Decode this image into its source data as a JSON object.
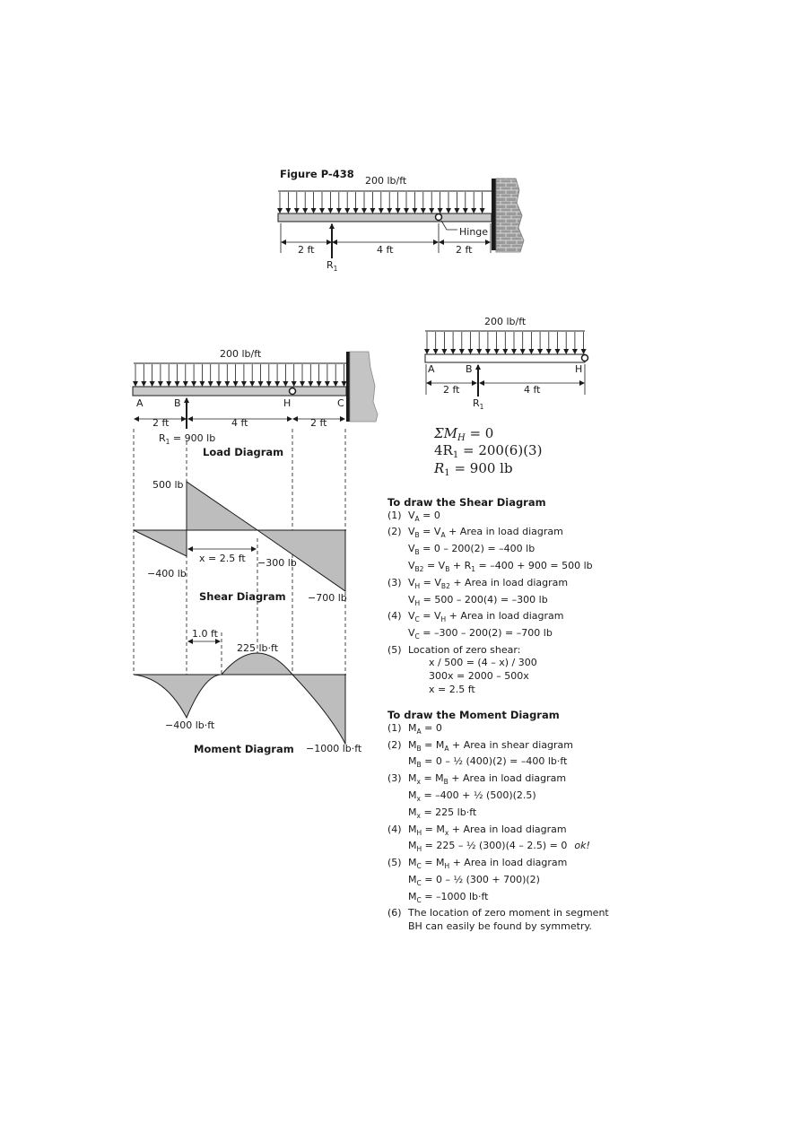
{
  "figure_top": {
    "title": "Figure P-438",
    "load": "200 lb/ft",
    "hinge": "Hinge",
    "dims": [
      "2 ft",
      "4 ft",
      "2 ft"
    ],
    "reaction": "R",
    "reaction_sub": "1"
  },
  "free_body": {
    "load": "200 lb/ft",
    "labels": [
      "A",
      "B",
      "H"
    ],
    "dims": [
      "2 ft",
      "4 ft"
    ],
    "reaction": "R",
    "reaction_sub": "1",
    "equations": [
      {
        "left": "ΣM",
        "sub": "H",
        "right": " = 0"
      },
      {
        "left": "4R",
        "sub": "1",
        "right": " = 200(6)(3)"
      },
      {
        "left": "R",
        "sub": "1",
        "right": " = 900 lb"
      }
    ]
  },
  "load_diagram": {
    "load": "200 lb/ft",
    "labels": [
      "A",
      "B",
      "H",
      "C"
    ],
    "dims": [
      "2 ft",
      "4 ft",
      "2 ft"
    ],
    "reaction": "R",
    "reaction_sub": "1",
    "reaction_value": " = 900 lb",
    "caption": "Load Diagram"
  },
  "shear_diagram": {
    "caption": "Shear Diagram",
    "labels": [
      "500 lb",
      "−400 lb",
      "x = 2.5 ft",
      "−300 lb",
      "−700 lb"
    ]
  },
  "moment_diagram": {
    "caption": "Moment Diagram",
    "labels": [
      "1.0 ft",
      "225 lb·ft",
      "−400 lb·ft",
      "−1000 lb·ft"
    ]
  },
  "shear_steps": {
    "heading": "To draw the Shear Diagram",
    "rows": [
      {
        "n": "(1)",
        "parts": [
          [
            "V",
            "A"
          ],
          [
            " = 0",
            ""
          ]
        ]
      },
      {
        "n": "(2)",
        "parts": [
          [
            "V",
            "B"
          ],
          [
            " = V",
            "A"
          ],
          [
            " + Area in load diagram",
            ""
          ]
        ]
      },
      {
        "n": "",
        "indent": 1,
        "parts": [
          [
            "V",
            "B"
          ],
          [
            " = 0 – 200(2) = –400 lb",
            ""
          ]
        ]
      },
      {
        "n": "",
        "indent": 1,
        "parts": [
          [
            "V",
            "B2"
          ],
          [
            " = V",
            "B"
          ],
          [
            " + R",
            "1"
          ],
          [
            " = –400 + 900 = 500 lb",
            ""
          ]
        ]
      },
      {
        "n": "(3)",
        "parts": [
          [
            "V",
            "H"
          ],
          [
            " = V",
            "B2"
          ],
          [
            " + Area in load diagram",
            ""
          ]
        ]
      },
      {
        "n": "",
        "indent": 1,
        "parts": [
          [
            "V",
            "H"
          ],
          [
            " = 500 – 200(4) = –300 lb",
            ""
          ]
        ]
      },
      {
        "n": "(4)",
        "parts": [
          [
            "V",
            "C"
          ],
          [
            " = V",
            "H"
          ],
          [
            " + Area in load diagram",
            ""
          ]
        ]
      },
      {
        "n": "",
        "indent": 1,
        "parts": [
          [
            "V",
            "C"
          ],
          [
            " = –300 – 200(2) = –700 lb",
            ""
          ]
        ]
      },
      {
        "n": "(5)",
        "parts": [
          [
            "Location of zero shear:",
            ""
          ]
        ]
      },
      {
        "n": "",
        "indent": 2,
        "parts": [
          [
            "x / 500 = (4 – x) / 300",
            ""
          ]
        ]
      },
      {
        "n": "",
        "indent": 2,
        "parts": [
          [
            "300x = 2000 – 500x",
            ""
          ]
        ]
      },
      {
        "n": "",
        "indent": 2,
        "parts": [
          [
            "x = 2.5 ft",
            ""
          ]
        ]
      }
    ]
  },
  "moment_steps": {
    "heading": "To draw the Moment Diagram",
    "ok": "ok!",
    "rows": [
      {
        "n": "(1)",
        "parts": [
          [
            "M",
            "A"
          ],
          [
            " = 0",
            ""
          ]
        ]
      },
      {
        "n": "(2)",
        "parts": [
          [
            "M",
            "B"
          ],
          [
            " = M",
            "A"
          ],
          [
            " + Area in shear diagram",
            ""
          ]
        ]
      },
      {
        "n": "",
        "indent": 1,
        "parts": [
          [
            "M",
            "B"
          ],
          [
            " = 0 – ½ (400)(2) = –400 lb·ft",
            ""
          ]
        ]
      },
      {
        "n": "(3)",
        "parts": [
          [
            "M",
            "x"
          ],
          [
            " = M",
            "B"
          ],
          [
            " + Area in load diagram",
            ""
          ]
        ]
      },
      {
        "n": "",
        "indent": 1,
        "parts": [
          [
            "M",
            "x"
          ],
          [
            " = –400 + ½ (500)(2.5)",
            ""
          ]
        ]
      },
      {
        "n": "",
        "indent": 1,
        "parts": [
          [
            "M",
            "x"
          ],
          [
            " = 225 lb·ft",
            ""
          ]
        ]
      },
      {
        "n": "(4)",
        "parts": [
          [
            "M",
            "H"
          ],
          [
            " = M",
            "x"
          ],
          [
            " + Area in load diagram",
            ""
          ]
        ]
      },
      {
        "n": "",
        "indent": 1,
        "ok": true,
        "parts": [
          [
            "M",
            "H"
          ],
          [
            " = 225 – ½ (300)(4 – 2.5) = 0",
            ""
          ]
        ]
      },
      {
        "n": "(5)",
        "parts": [
          [
            "M",
            "C"
          ],
          [
            " = M",
            "H"
          ],
          [
            " + Area in load diagram",
            ""
          ]
        ]
      },
      {
        "n": "",
        "indent": 1,
        "parts": [
          [
            "M",
            "C"
          ],
          [
            " = 0 – ½ (300 + 700)(2)",
            ""
          ]
        ]
      },
      {
        "n": "",
        "indent": 1,
        "parts": [
          [
            "M",
            "C"
          ],
          [
            " = –1000 lb·ft",
            ""
          ]
        ]
      },
      {
        "n": "(6)",
        "parts": [
          [
            "The location of zero moment in segment",
            ""
          ]
        ]
      },
      {
        "n": "",
        "indent": 1,
        "parts": [
          [
            "BH can easily be found by symmetry.",
            ""
          ]
        ]
      }
    ]
  }
}
